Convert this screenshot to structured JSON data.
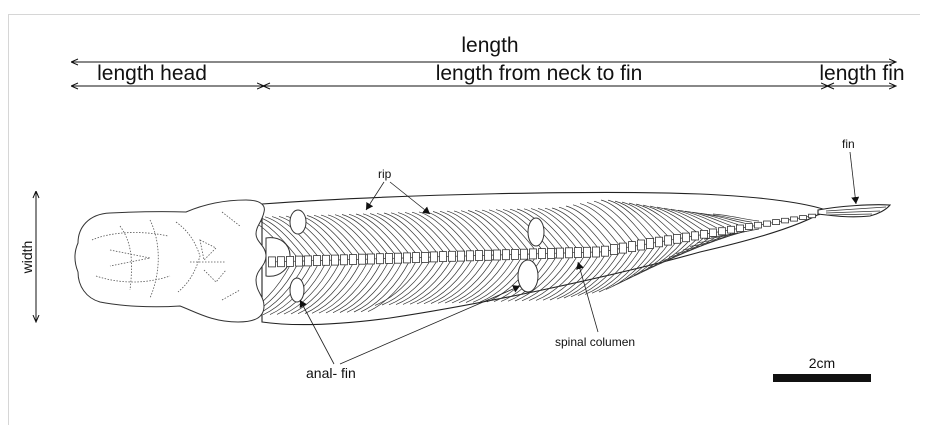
{
  "labels": {
    "length": "length",
    "length_head": "length head",
    "length_neck_to_fin": "length from neck to fin",
    "length_fin": "length fin",
    "width": "width",
    "rip": "rip",
    "fin": "fin",
    "anal_fin": "anal- fin",
    "spinal_column": "spinal columen",
    "scale_bar": "2cm"
  },
  "colors": {
    "ink": "#111111",
    "frame": "#d6d6d6",
    "background": "#ffffff"
  }
}
